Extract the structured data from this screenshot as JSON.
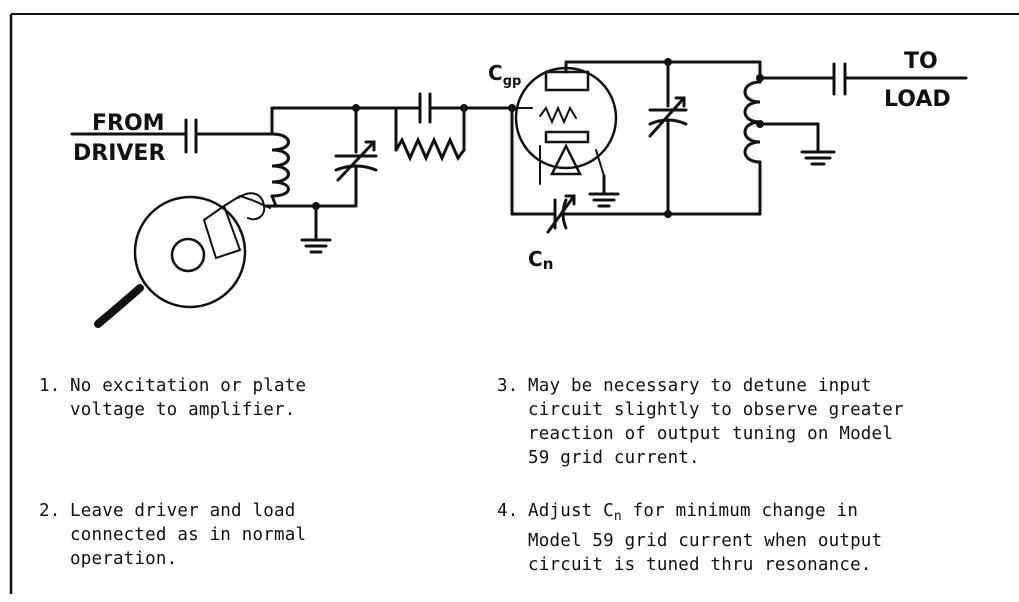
{
  "diagram": {
    "labels": {
      "from": "FROM",
      "driver": "DRIVER",
      "to": "TO",
      "load": "LOAD",
      "cgp_main": "C",
      "cgp_sub": "gp",
      "cn_main": "C",
      "cn_sub": "n"
    }
  },
  "notes": [
    {
      "number": "1.",
      "lines": [
        "No excitation or plate",
        "voltage to amplifier."
      ]
    },
    {
      "number": "2.",
      "lines": [
        "Leave driver and load",
        "connected as in normal",
        "operation."
      ]
    },
    {
      "number": "3.",
      "lines": [
        "May be necessary to detune input",
        "circuit slightly to observe greater",
        "reaction of output tuning on Model",
        "59 grid current."
      ]
    },
    {
      "number": "4.",
      "line1_pre": "Adjust C",
      "line1_sub": "n",
      "line1_post": " for minimum change in",
      "lines_rest": [
        "Model 59 grid current when output",
        "circuit is tuned thru resonance."
      ]
    }
  ]
}
